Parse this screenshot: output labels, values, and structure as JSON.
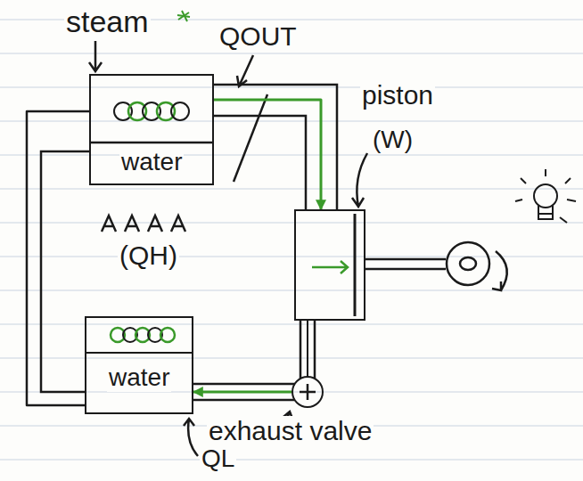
{
  "diagram": {
    "nodes": [
      {
        "text": [
          "water"
        ]
      },
      {
        "text": [
          "piston",
          "(W)"
        ]
      },
      {
        "text": [
          "exhaust valve"
        ]
      },
      {
        "text": [
          "water"
        ]
      }
    ],
    "edges": [
      {
        "from": 0,
        "to": 1,
        "arrow": "to"
      },
      {
        "from": 1,
        "to": 2,
        "arrow": "none"
      },
      {
        "from": 2,
        "to": 3,
        "arrow": "to"
      },
      {
        "from": 3,
        "to": 0,
        "arrow": "none"
      }
    ],
    "labels": [
      "steam",
      "QOUT",
      "(QH)",
      "QL"
    ]
  }
}
